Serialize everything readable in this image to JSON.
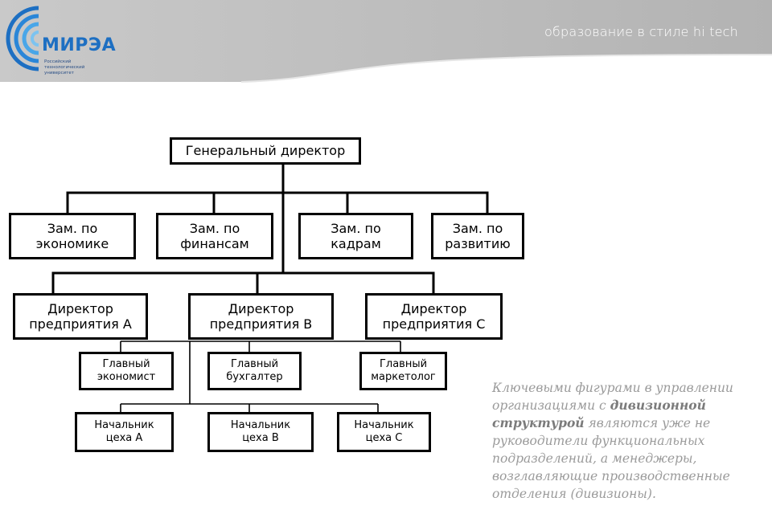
{
  "header": {
    "tagline": "образование в стиле hi tech",
    "logo": {
      "name": "МИРЭА",
      "subtitle_lines": [
        "Российский",
        "технологический",
        "университет"
      ]
    }
  },
  "org_chart": {
    "general_director": "Генеральный директор",
    "deputies": [
      "Зам. по\nэкономике",
      "Зам. по\nфинансам",
      "Зам. по\nкадрам",
      "Зам. по\nразвитию"
    ],
    "enterprise_directors": [
      "Директор\nпредприятия А",
      "Директор\nпредприятия В",
      "Директор\nпредприятия С"
    ],
    "chief_specialists": [
      "Главный\nэкономист",
      "Главный\nбухгалтер",
      "Главный\nмаркетолог"
    ],
    "shop_heads": [
      "Начальник\nцеха А",
      "Начальник\nцеха В",
      "Начальник\nцеха С"
    ]
  },
  "note": {
    "part1": "Ключевыми фигурами в управлении организациями с ",
    "emphasis": "дивизионной структурой",
    "part2": " являются уже не руководители функциональных подразделений, а менеджеры, возглавляющие производственные отделения (дивизионы)."
  },
  "colors": {
    "header_gray": "#b9b9b9",
    "logo_blue": "#1d6fc2",
    "note_text": "#9a9a9a"
  }
}
